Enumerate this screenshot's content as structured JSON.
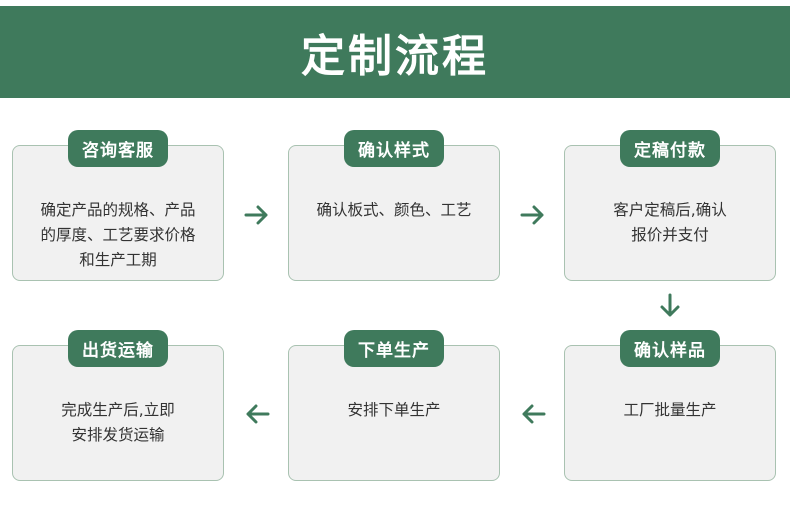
{
  "title": "定制流程",
  "colors": {
    "accent": "#3f7a5c",
    "card_bg": "#f1f1f1",
    "card_border": "#a9c2b1"
  },
  "steps": [
    {
      "label": "咨询客服",
      "text": "确定产品的规格、产品\n的厚度、工艺要求价格\n和生产工期"
    },
    {
      "label": "确认样式",
      "text": "确认板式、颜色、工艺"
    },
    {
      "label": "定稿付款",
      "text": "客户定稿后,确认\n报价并支付"
    },
    {
      "label": "确认样品",
      "text": "工厂批量生产"
    },
    {
      "label": "下单生产",
      "text": "安排下单生产"
    },
    {
      "label": "出货运输",
      "text": "完成生产后,立即\n安排发货运输"
    }
  ],
  "arrows": [
    "arrow-right-icon",
    "arrow-right-icon",
    "arrow-down-icon",
    "arrow-left-icon",
    "arrow-left-icon"
  ]
}
